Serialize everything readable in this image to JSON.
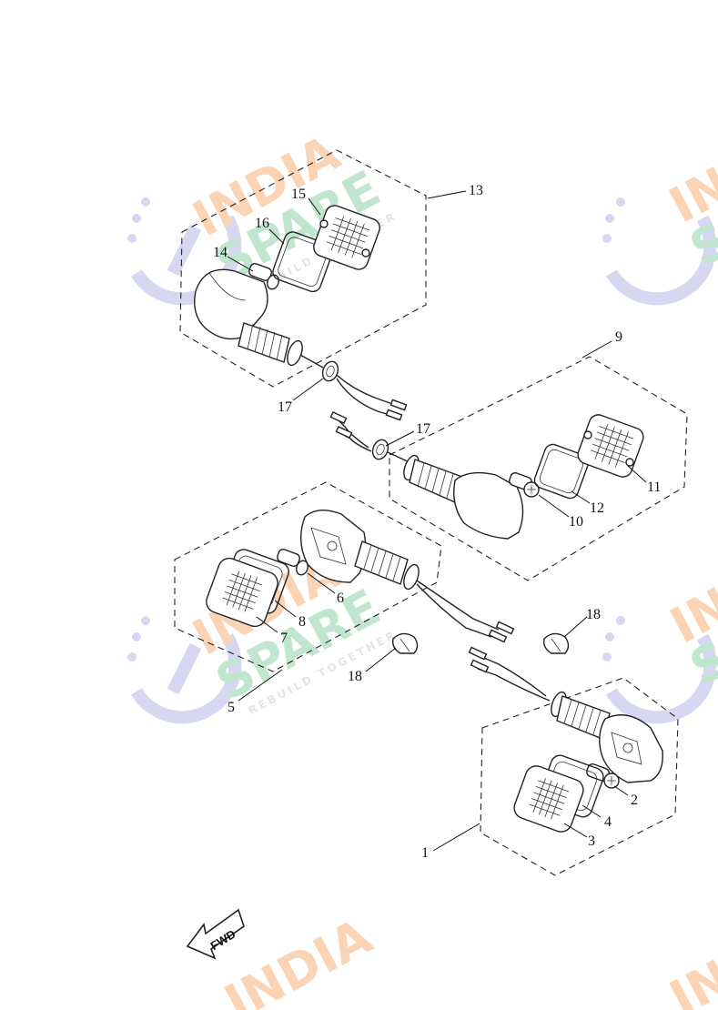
{
  "watermark": {
    "line1": "INDIA",
    "line2": "SPARE",
    "tagline": "REBUILD TOGETHER",
    "colors": {
      "orange": "#f6b27a",
      "green": "#8fd3a8",
      "purple": "#b9b8e6"
    }
  },
  "callouts": {
    "c1": "1",
    "c2": "2",
    "c3": "3",
    "c4": "4",
    "c5": "5",
    "c6": "6",
    "c7": "7",
    "c8": "8",
    "c9": "9",
    "c10": "10",
    "c11": "11",
    "c12": "12",
    "c13": "13",
    "c14": "14",
    "c15": "15",
    "c16": "16",
    "c17a": "17",
    "c17b": "17",
    "c18a": "18",
    "c18b": "18"
  },
  "fwd_label": "FWD"
}
